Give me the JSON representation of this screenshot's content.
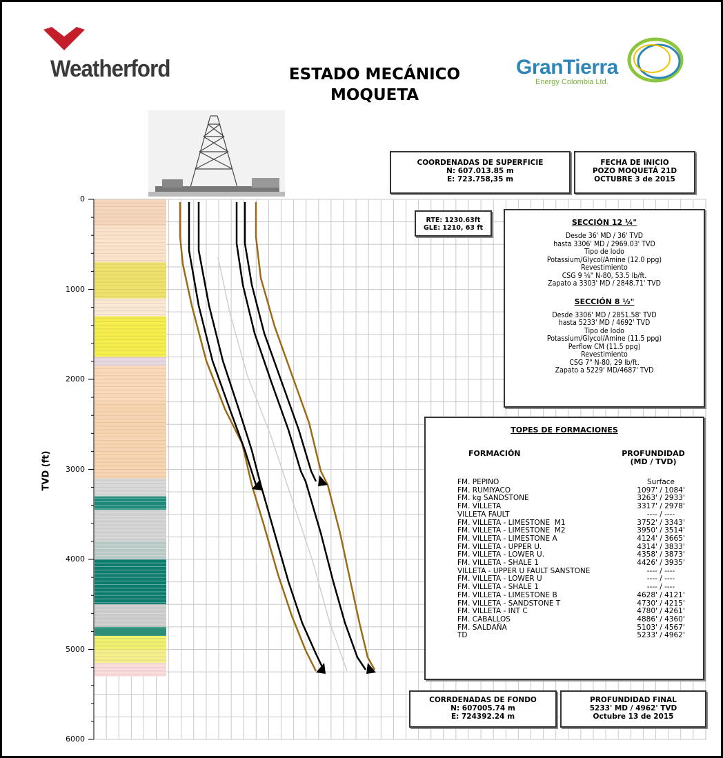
{
  "header": {
    "company_left": "Weatherford",
    "title_line1": "ESTADO MECÁNICO",
    "title_line2": "MOQUETA",
    "company_right_name": "GranTierra",
    "company_right_sub": "Energy Colombia Ltd."
  },
  "boxes": {
    "surface_coords": {
      "title": "COORDENADAS DE SUPERFICIE",
      "n": "N: 607.013.85 m",
      "e": "E: 723.758,35 m"
    },
    "start_date": {
      "title": "FECHA DE INICIO",
      "well": "POZO MOQUETÁ 21D",
      "date": "OCTUBRE 3 de 2015"
    },
    "elevation": {
      "rte": "RTE: 1230.63ft",
      "gle": "GLE: 1210, 63 ft"
    },
    "bottom_coords": {
      "title": "CORRDENADAS DE FONDO",
      "n": "N: 607005.74 m",
      "e": "E: 724392.24 m"
    },
    "final_depth": {
      "title": "PROFUNDIDAD FINAL",
      "depth": "5233' MD / 4962' TVD",
      "date": "Octubre 13 de 2015"
    }
  },
  "sections": {
    "s1": {
      "title": "SECCIÓN 12 ¼\"",
      "lines": [
        "Desde 36' MD / 36' TVD",
        "hasta 3306' MD / 2969.03' TVD",
        "Tipo de lodo",
        "Potassium/Glycol/Amine (12.0 ppg)",
        "Revestimiento",
        "CSG 9 ⅝\" N-80, 53.5 lb/ft.",
        "Zapato a 3303' MD / 2848.71' TVD"
      ]
    },
    "s2": {
      "title": "SECCIÓN 8 ½\"",
      "lines": [
        "Desde 3306' MD / 2851.58' TVD",
        "hasta 5233' MD / 4692' TVD",
        "Tipo de lodo",
        "Potassium/Glycol/Amine (11.5 ppg)",
        "Perflow CM (11.5 ppg)",
        "Revestimiento",
        "CSG 7\" N-80, 29 lb/ft.",
        "Zapato a 5229' MD/4687' TVD"
      ]
    }
  },
  "formations": {
    "title": "TOPES DE FORMACIONES",
    "col1": "FORMACIÓN",
    "col2_line1": "PROFUNDIDAD",
    "col2_line2": "(MD / TVD)",
    "rows": [
      {
        "name": "FM. PEPINO",
        "depth": "Surface"
      },
      {
        "name": "FM. RUMIYACO",
        "depth": "1097' / 1084'"
      },
      {
        "name": "FM. kg SANDSTONE",
        "depth": "3263' / 2933'"
      },
      {
        "name": "FM. VILLETA",
        "depth": "3317' / 2978'"
      },
      {
        "name": "VILLETA FAULT",
        "depth": "---- / ----"
      },
      {
        "name": "FM. VILLETA - LIMESTONE  M1",
        "depth": "3752' / 3343'"
      },
      {
        "name": "FM. VILLETA - LIMESTONE  M2",
        "depth": "3950' / 3514'"
      },
      {
        "name": "FM. VILLETA - LIMESTONE A",
        "depth": "4124' / 3665'"
      },
      {
        "name": "FM. VILLETA - UPPER U.",
        "depth": "4314' / 3833'"
      },
      {
        "name": "FM. VILLETA - LOWER U.",
        "depth": "4358' / 3873'"
      },
      {
        "name": "FM. VILLETA - SHALE 1",
        "depth": "4426' / 3935'"
      },
      {
        "name": "VILLETA - UPPER U FAULT SANSTONE",
        "depth": "---- / ----"
      },
      {
        "name": "FM. VILLETA - LOWER U",
        "depth": "---- / ----"
      },
      {
        "name": "FM. VILLETA - SHALE 1",
        "depth": "---- / ----"
      },
      {
        "name": "FM. VILLETA - LIMESTONE B",
        "depth": "4628' / 4121'"
      },
      {
        "name": "FM. VILLETA - SANDSTONE T",
        "depth": "4730' / 4215'"
      },
      {
        "name": "FM. VILLETA - INT C",
        "depth": "4780' / 4261'"
      },
      {
        "name": "FM. CABALLOS",
        "depth": "4886' / 4360'"
      },
      {
        "name": "FM. SALDAÑA",
        "depth": "5103' / 4567'"
      },
      {
        "name": "TD",
        "depth": "5233' / 4962'"
      }
    ]
  },
  "axis": {
    "ylabel": "TVD (ft)",
    "ticks": [
      "0",
      "1000",
      "2000",
      "3000",
      "4000",
      "5000",
      "6000"
    ]
  },
  "colors": {
    "outer_casing": "#9c6b16",
    "inner_casing": "#000000",
    "grid": "#c8c8c8",
    "shale_yellow": "#f5ee3a",
    "teal": "#0d7a6e",
    "peach": "#f8d9b8"
  }
}
